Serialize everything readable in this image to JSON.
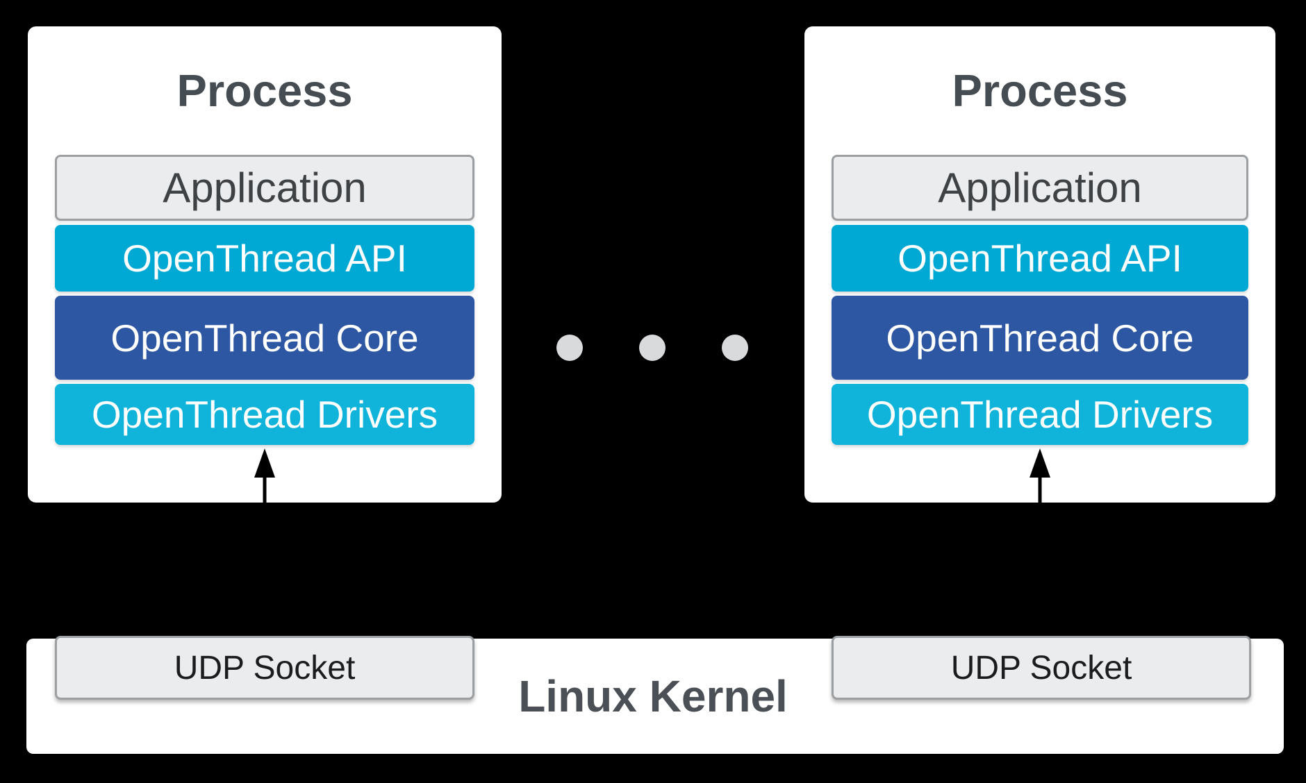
{
  "processes": [
    {
      "title": "Process",
      "layers": [
        {
          "label": "Application"
        },
        {
          "label": "OpenThread API"
        },
        {
          "label": "OpenThread Core"
        },
        {
          "label": "OpenThread Drivers"
        }
      ]
    },
    {
      "title": "Process",
      "layers": [
        {
          "label": "Application"
        },
        {
          "label": "OpenThread API"
        },
        {
          "label": "OpenThread Core"
        },
        {
          "label": "OpenThread Drivers"
        }
      ]
    }
  ],
  "separator": {
    "dot_count": 3
  },
  "kernel": {
    "title": "Linux Kernel",
    "sockets": [
      {
        "label": "UDP Socket"
      },
      {
        "label": "UDP Socket"
      }
    ]
  },
  "colors": {
    "background": "#000000",
    "panel_bg": "#ffffff",
    "title_text": "#454c52",
    "gray_box_bg": "#ebeced",
    "gray_box_border": "#9b9fa2",
    "app_text": "#3e4245",
    "cyan": "#00a9d4",
    "cyan_light": "#10b4da",
    "blue": "#2e57a3",
    "layer_text": "#ffffff",
    "udp_text": "#1b1c1e",
    "kernel_text": "#4a5055",
    "dot": "#d9dadb",
    "arrow": "#000000"
  }
}
